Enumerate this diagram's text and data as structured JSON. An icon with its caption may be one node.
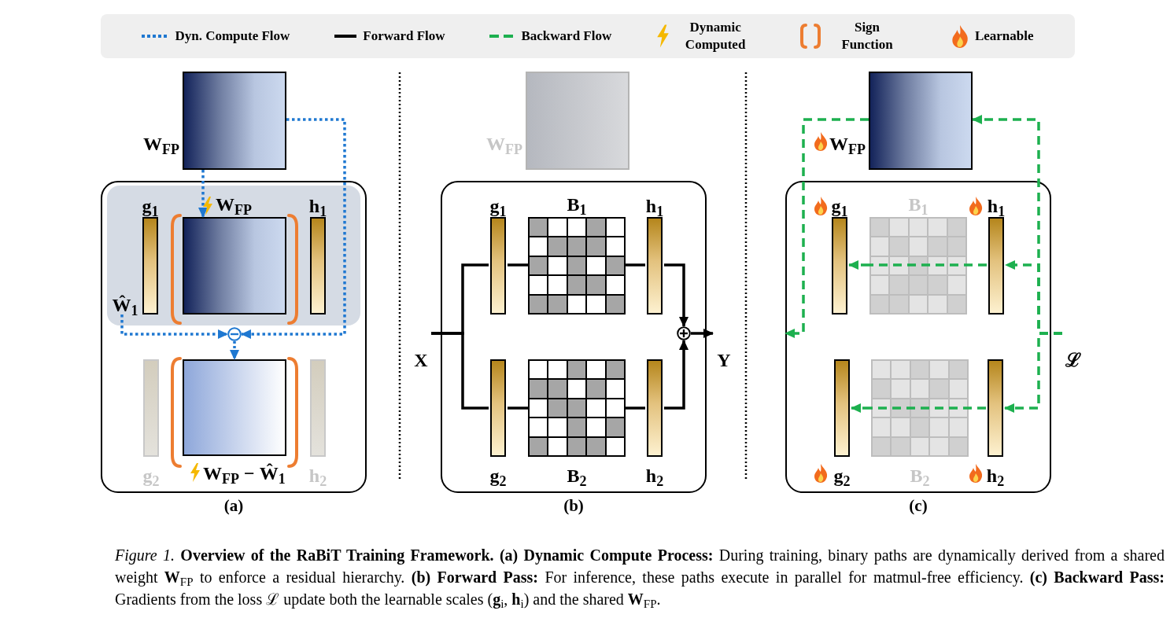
{
  "diagram": {
    "nodes": [
      {
        "text": [
          "W$_{FP}$"
        ]
      },
      {
        "text": [],
        "shape": "box",
        "beside": [
          "(a)"
        ]
      },
      {
        "text": [],
        "shape": "box",
        "in": 1
      },
      {
        "text": [
          "g$_{1}$"
        ],
        "in": 2
      },
      {
        "text": [
          "W$_{FP}$"
        ],
        "in": 2
      },
      {
        "text": [
          "h$_{1}$"
        ],
        "in": 2
      },
      {
        "text": [
          "Ŵ$_{1}$"
        ],
        "in": 2
      },
      {
        "text": [],
        "shape": "circle",
        "in": 1
      },
      {
        "text": [
          "W$_{FP}$ − Ŵ$_{1}$"
        ],
        "in": 1
      },
      {
        "text": [
          "g$_{2}$"
        ],
        "in": 1
      },
      {
        "text": [
          "h$_{2}$"
        ],
        "in": 1
      },
      {
        "text": [
          "W$_{FP}$"
        ]
      },
      {
        "text": [],
        "shape": "box",
        "beside": [
          "(b)"
        ]
      },
      {
        "text": [
          "g$_{1}$"
        ],
        "in": 12
      },
      {
        "text": [
          "B$_{1}$"
        ],
        "in": 12
      },
      {
        "text": [
          "h$_{1}$"
        ],
        "in": 12
      },
      {
        "text": [
          "g$_{2}$"
        ],
        "in": 12
      },
      {
        "text": [
          "B$_{2}$"
        ],
        "in": 12
      },
      {
        "text": [
          "h$_{2}$"
        ],
        "in": 12
      },
      {
        "text": [],
        "shape": "circle",
        "in": 12
      },
      {
        "text": [
          "X"
        ]
      },
      {
        "text": [
          "Y"
        ]
      },
      {
        "text": [
          "W$_{FP}$"
        ]
      },
      {
        "text": [],
        "shape": "box",
        "beside": [
          "(c)"
        ]
      },
      {
        "text": [
          "g$_{1}$"
        ],
        "in": 23
      },
      {
        "text": [
          "B$_{1}$"
        ],
        "in": 23
      },
      {
        "text": [
          "h$_{1}$"
        ],
        "in": 23
      },
      {
        "text": [
          "g$_{2}$"
        ],
        "in": 23
      },
      {
        "text": [
          "B$_{2}$"
        ],
        "in": 23
      },
      {
        "text": [
          "h$_{2}$"
        ],
        "in": 23
      },
      {
        "text": [
          "ℒ"
        ]
      }
    ],
    "edges": [
      {
        "from": 0,
        "to": 4,
        "arrow": "to",
        "style": "dashed",
        "color": "#1f78d1"
      },
      {
        "from": 0,
        "to": 7,
        "arrow": "to",
        "style": "dashed",
        "color": "#1f78d1"
      },
      {
        "from": 6,
        "to": 7,
        "arrow": "to",
        "style": "dashed",
        "color": "#1f78d1"
      },
      {
        "from": 7,
        "to": 8,
        "arrow": "to",
        "style": "dashed",
        "color": "#1f78d1"
      },
      {
        "from": 20,
        "to": 13,
        "arrow": "none"
      },
      {
        "from": 20,
        "to": 16,
        "arrow": "none"
      },
      {
        "from": 13,
        "to": 14,
        "arrow": "none"
      },
      {
        "from": 14,
        "to": 15,
        "arrow": "none"
      },
      {
        "from": 15,
        "to": 19,
        "arrow": "to"
      },
      {
        "from": 16,
        "to": 17,
        "arrow": "none"
      },
      {
        "from": 17,
        "to": 18,
        "arrow": "none"
      },
      {
        "from": 18,
        "to": 19,
        "arrow": "to"
      },
      {
        "from": 19,
        "to": 21,
        "arrow": "to"
      },
      {
        "from": 30,
        "to": 22,
        "arrow": "to",
        "style": "dashed",
        "color": "#1db04f"
      },
      {
        "from": 30,
        "to": 26,
        "arrow": "to",
        "style": "dashed",
        "color": "#1db04f"
      },
      {
        "from": 30,
        "to": 29,
        "arrow": "to",
        "style": "dashed",
        "color": "#1db04f"
      },
      {
        "from": 26,
        "to": 25,
        "arrow": "none",
        "style": "dashed",
        "color": "#1db04f"
      },
      {
        "from": 29,
        "to": 28,
        "arrow": "none",
        "style": "dashed",
        "color": "#1db04f"
      },
      {
        "from": 22,
        "to": 23,
        "arrow": "to",
        "style": "dashed",
        "color": "#1db04f"
      },
      {
        "from": 25,
        "to": 24,
        "arrow": "to",
        "style": "dashed",
        "color": "#1db04f"
      },
      {
        "from": 28,
        "to": 27,
        "arrow": "to",
        "style": "dashed",
        "color": "#1db04f"
      }
    ],
    "legend": [
      {
        "text": "Dyn. Compute Flow"
      },
      {
        "text": "Forward Flow"
      },
      {
        "text": "Backward Flow"
      },
      {
        "text": "Dynamic Computed"
      },
      {
        "text": "Sign Function"
      },
      {
        "text": "Learnable"
      }
    ],
    "caption": "*Figure 1.* **Overview of the RaBiT Training Framework. (a) Dynamic Compute Process:** During training, binary paths are dynamically derived from a shared weight **W**$_{FP}$ to enforce a residual hierarchy. **(b) Forward Pass:** For inference, these paths execute in parallel for matmul-free efficiency. **(c) Backward Pass:** Gradients from the loss ℒ update both the learnable scales (**g**$_{i}$, **h**$_{i}$) and the shared **W**$_{FP}$."
  }
}
